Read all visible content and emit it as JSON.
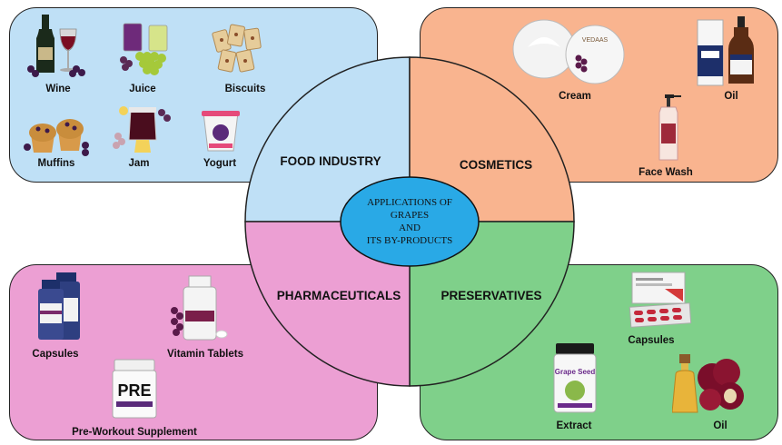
{
  "center": {
    "line1": "APPLICATIONS OF",
    "line2": "GRAPES",
    "line3": "AND",
    "line4": "ITS BY-PRODUCTS"
  },
  "quadrants": {
    "food": "FOOD INDUSTRY",
    "cosmetics": "COSMETICS",
    "pharmaceuticals": "PHARMACEUTICALS",
    "preservatives": "PRESERVATIVES"
  },
  "food_items": {
    "wine": "Wine",
    "juice": "Juice",
    "biscuits": "Biscuits",
    "muffins": "Muffins",
    "jam": "Jam",
    "yogurt": "Yogurt"
  },
  "cosmetic_items": {
    "cream": "Cream",
    "oil": "Oil",
    "face_wash": "Face Wash"
  },
  "pharma_items": {
    "capsules": "Capsules",
    "vitamin_tablets": "Vitamin Tablets",
    "pre_workout": "Pre-Workout Supplement"
  },
  "preservative_items": {
    "capsules": "Capsules",
    "extract": "Extract",
    "oil": "Oil"
  },
  "product_text": {
    "cream_brand": "VEDAAS",
    "pre_label": "PRE",
    "grape_seed": "Grape Seed"
  },
  "colors": {
    "food": "#bfe0f6",
    "cosmetics": "#f9b48f",
    "pharmaceuticals": "#ec9fd3",
    "preservatives": "#7fd08a",
    "center": "#29a9e6"
  }
}
